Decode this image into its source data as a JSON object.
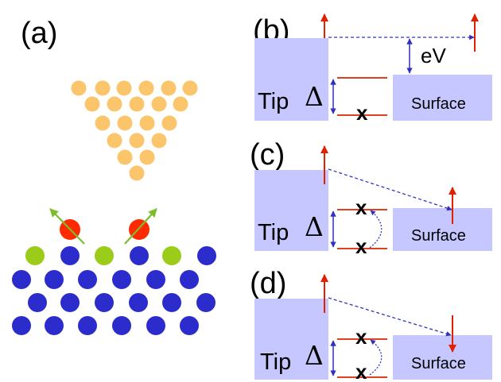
{
  "labels": {
    "panel_a": "(a)",
    "panel_b": "(b)",
    "panel_c": "(c)",
    "panel_d": "(d)",
    "tip": "Tip",
    "surface": "Surface",
    "ev": "eV",
    "delta": "Δ",
    "x": "x"
  },
  "colors": {
    "tip_atom": "#fbc56b",
    "substrate_atom": "#2c2ccc",
    "adatom_green": "#9ccc1a",
    "magnetic_atom": "#ff2a00",
    "spin_arrow": "#7cbd2c",
    "energy_block": "#c7c7ff",
    "level_line": "#e04020",
    "spin_red": "#e02000",
    "tunnel_arrow": "#3030c0"
  },
  "panels": [
    {
      "id": "b",
      "surface_spin": "up"
    },
    {
      "id": "c",
      "surface_spin": "up"
    },
    {
      "id": "d",
      "surface_spin": "down"
    }
  ]
}
